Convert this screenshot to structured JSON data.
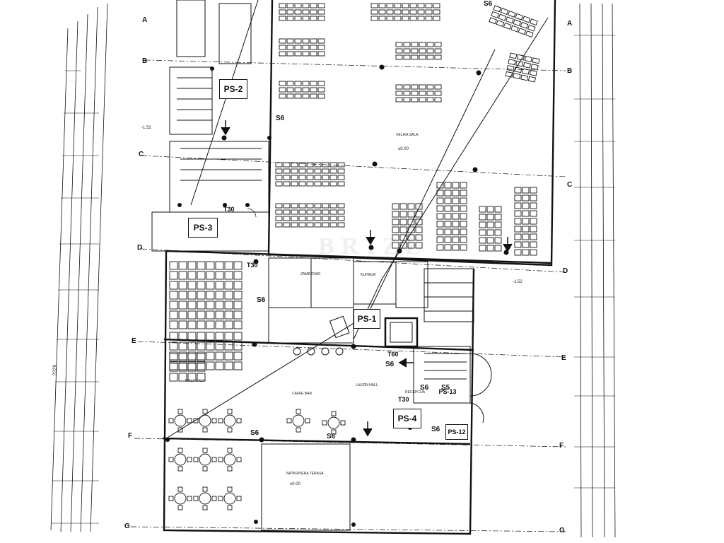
{
  "grid_left": [
    {
      "label": "A",
      "row": 0
    },
    {
      "label": "B",
      "row": 1
    },
    {
      "label": "C",
      "row": 2
    },
    {
      "label": "D",
      "row": 3
    },
    {
      "label": "E",
      "row": 4
    },
    {
      "label": "F",
      "row": 5
    },
    {
      "label": "G",
      "row": 6
    }
  ],
  "grid_right": [
    {
      "label": "A",
      "row": 0
    },
    {
      "label": "B",
      "row": 1
    },
    {
      "label": "C",
      "row": 2
    },
    {
      "label": "D",
      "row": 3
    },
    {
      "label": "E",
      "row": 4
    },
    {
      "label": "F",
      "row": 5
    },
    {
      "label": "G",
      "row": 6
    }
  ],
  "ps_tags": {
    "ps1": "PS-1",
    "ps2": "PS-2",
    "ps3": "PS-3",
    "ps4": "PS-4",
    "ps12": "PS-12",
    "ps13": "PS-13"
  },
  "markers": {
    "s6": "S6",
    "t30": "T30",
    "t60": "T60",
    "s5": "S5"
  },
  "levels": {
    "minus_152": "-1.52",
    "plus_000": "±0.00",
    "minus_152_b": "-1.52"
  },
  "rooms": {
    "velika_sala": "VELIKA SALA",
    "caffe_bar": "CAFFE BAR",
    "lobby": "LAUZIN HALL",
    "recepcija": "RECEPCIJA",
    "terasa": "NATKRIVENA TERASA",
    "mala_sala": "MALA SALA",
    "zamrzivac": "ZAMRZIVAC",
    "kuhinja": "KUHINJA"
  },
  "dimension_total": "2229",
  "watermark": "BRIZE"
}
